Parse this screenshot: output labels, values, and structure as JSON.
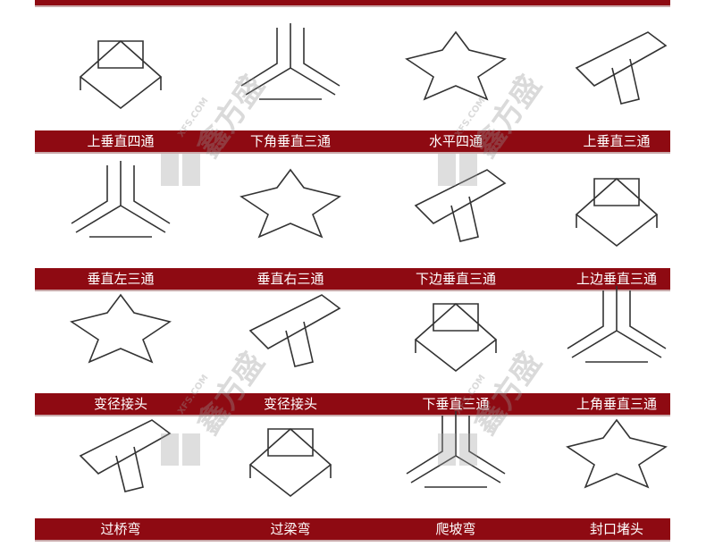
{
  "rows": [
    {
      "labels": [
        "上垂直四通",
        "下角垂直三通",
        "水平四通",
        "上垂直三通"
      ]
    },
    {
      "labels": [
        "垂直左三通",
        "垂直右三通",
        "下边垂直三通",
        "上边垂直三通"
      ]
    },
    {
      "labels": [
        "变径接头",
        "变径接头",
        "下垂直三通",
        "上角垂直三通"
      ]
    },
    {
      "labels": [
        "过桥弯",
        "过梁弯",
        "爬坡弯",
        "封口堵头"
      ]
    }
  ],
  "watermark": {
    "brand": "鑫方盛",
    "domain": "XFS.COM"
  },
  "colors": {
    "bar": "#8e0a12",
    "label": "#ffffff"
  }
}
